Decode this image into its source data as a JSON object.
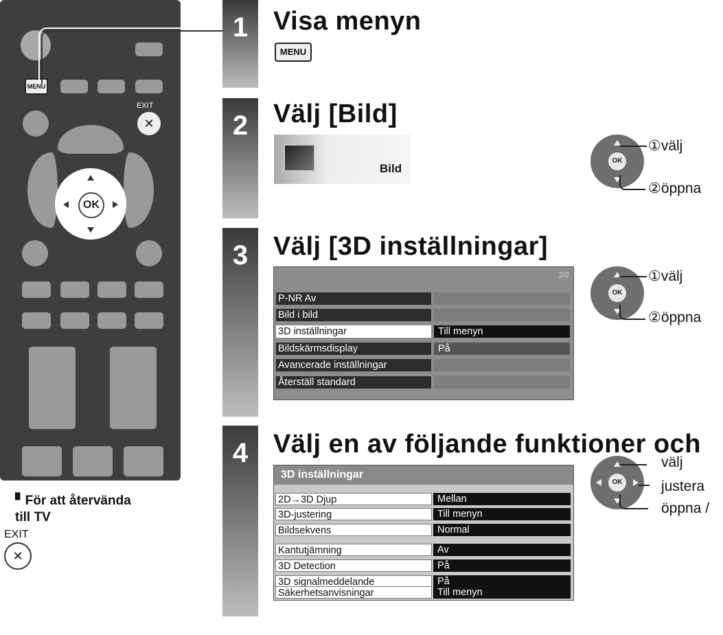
{
  "remote": {
    "menu_label": "MENU",
    "exit_label": "EXIT",
    "ok_label": "OK",
    "exit_symbol": "✕"
  },
  "steps": [
    {
      "num": "1",
      "title": "Visa menyn",
      "key": "MENU"
    },
    {
      "num": "2",
      "title": "Välj [Bild]",
      "thumb_label": "Bild"
    },
    {
      "num": "3",
      "title": "Välj [3D inställningar]"
    },
    {
      "num": "4",
      "title": "Välj en av följande funktioner och"
    }
  ],
  "menu3": {
    "page": "2/2",
    "rows": [
      {
        "label": "P-NR  Av",
        "value": ""
      },
      {
        "label": "Bild i bild",
        "value": ""
      },
      {
        "label": "3D inställningar",
        "value": "Till menyn"
      },
      {
        "label": "Bildskärmsdisplay",
        "value": "På"
      },
      {
        "label": "Avancerade inställningar",
        "value": ""
      },
      {
        "label": "Återställ standard",
        "value": ""
      }
    ]
  },
  "menu4": {
    "title": "3D inställningar",
    "rows": [
      {
        "label": "2D→3D Djup",
        "value": "Mellan"
      },
      {
        "label": "3D-justering",
        "value": "Till menyn"
      },
      {
        "label": "Bildsekvens",
        "value": "Normal"
      },
      {
        "label": "Kantutjämning",
        "value": "Av"
      },
      {
        "label": "3D Detection",
        "value": "På"
      },
      {
        "label": "3D signalmeddelande",
        "value": "På"
      },
      {
        "label": "Säkerhetsanvisningar",
        "value": "Till menyn"
      }
    ]
  },
  "nav": {
    "select": "①välj",
    "open": "②öppna",
    "select4": "välj",
    "adjust4": "justera",
    "open4": "öppna /"
  },
  "footer": {
    "return_text_1": "För att återvända",
    "return_text_2": "till TV",
    "exit_label": "EXIT",
    "exit_symbol": "✕"
  }
}
